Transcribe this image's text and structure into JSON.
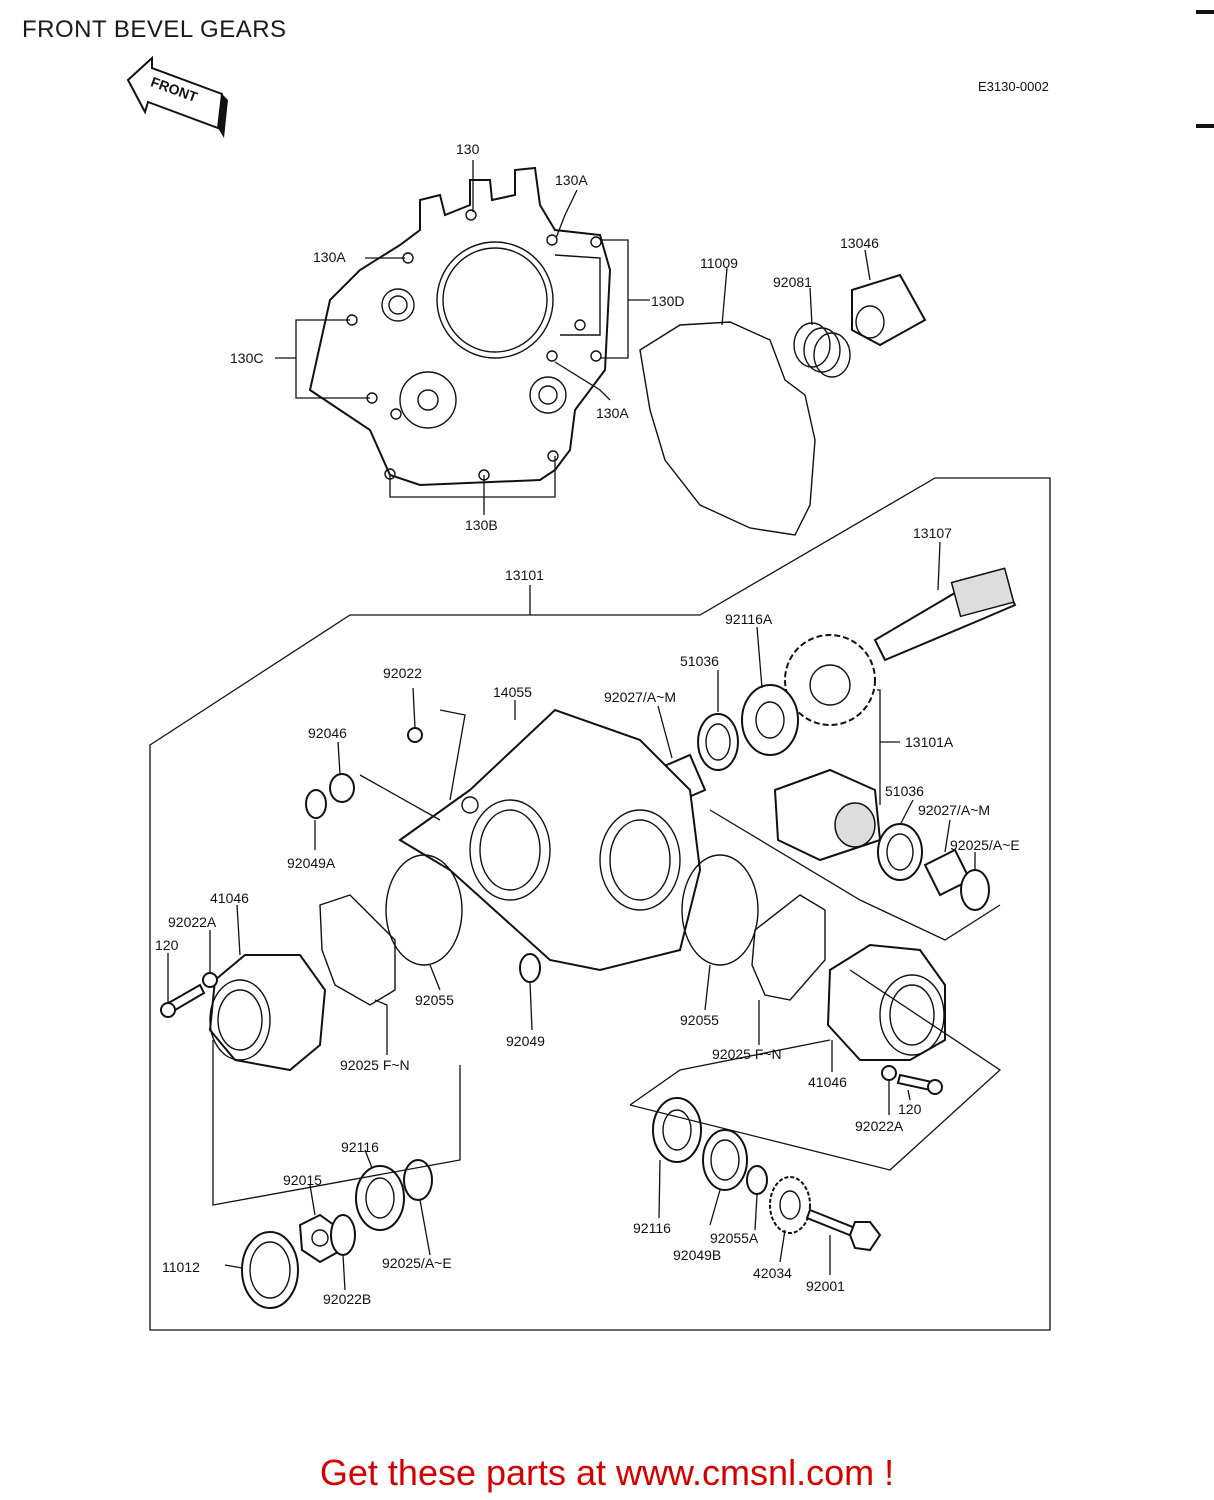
{
  "page": {
    "title": "FRONT BEVEL GEARS",
    "diagram_code": "E3130-0002",
    "footer": "Get these parts at www.cmsnl.com !"
  },
  "front_arrow": {
    "label": "FRONT"
  },
  "callouts": {
    "c130": "130",
    "c130a_top": "130A",
    "c130a_left": "130A",
    "c130d": "130D",
    "c130c": "130C",
    "c130a_right": "130A",
    "c130b": "130B",
    "c11009": "11009",
    "c92081": "92081",
    "c13046": "13046",
    "c13107": "13107",
    "c13101": "13101",
    "c92116a": "92116A",
    "c51036_top": "51036",
    "c92027_top": "92027/A~M",
    "c14055": "14055",
    "c92022": "92022",
    "c92046": "92046",
    "c13101a": "13101A",
    "c51036_right": "51036",
    "c92027_right": "92027/A~M",
    "c92025_right": "92025/A~E",
    "c92049a": "92049A",
    "c41046_left": "41046",
    "c92022a_left": "92022A",
    "c120_left": "120",
    "c92055_left": "92055",
    "c92049": "92049",
    "c92055_right": "92055",
    "c92025fn_left": "92025 F~N",
    "c92025fn_right": "92025 F~N",
    "c41046_right": "41046",
    "c120_right": "120",
    "c92022a_right": "92022A",
    "c92116_left": "92116",
    "c92015": "92015",
    "c92025ae_bottom": "92025/A~E",
    "c11012": "11012",
    "c92022b": "92022B",
    "c92116_right": "92116",
    "c92049b": "92049B",
    "c92055a": "92055A",
    "c42034": "42034",
    "c92001": "92001"
  }
}
